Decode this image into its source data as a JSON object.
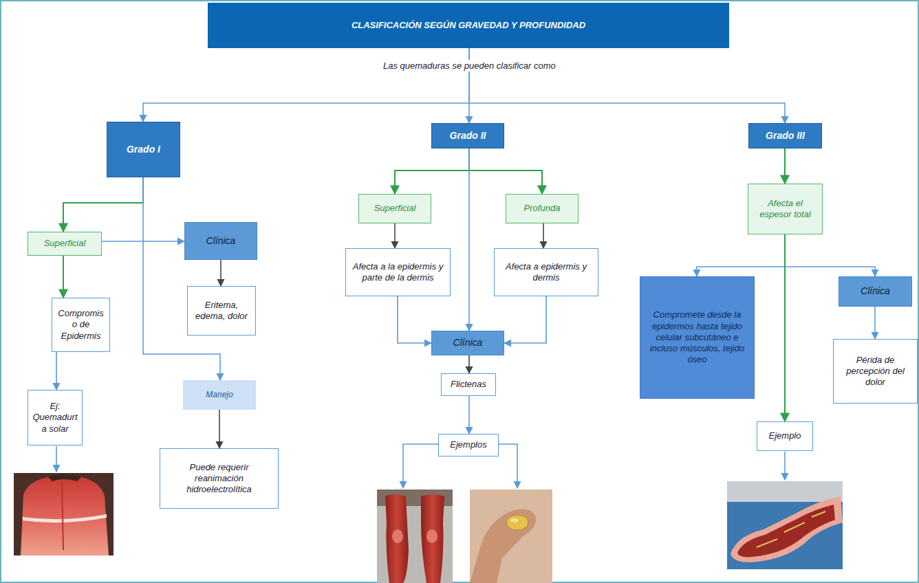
{
  "diagram": {
    "nodes": [
      {
        "text": [
          "CLASIFICACIÓN SEGÚN GRAVEDAD Y PROFUNDIDAD"
        ]
      },
      {
        "text": [
          "Grado I"
        ]
      },
      {
        "text": [
          "Grado II"
        ]
      },
      {
        "text": [
          "Grado III"
        ]
      },
      {
        "text": [
          "Superficial"
        ]
      },
      {
        "text": [
          "Clínica"
        ]
      },
      {
        "text": [
          "Compromiso de Epidermis"
        ]
      },
      {
        "text": [
          "Eritema, edema, dolor"
        ]
      },
      {
        "text": [
          "Ej: Quemadurta solar"
        ]
      },
      {
        "text": [
          "Manejo"
        ]
      },
      {
        "text": [
          "Puede requerir reanimación hidroelectrolítica"
        ]
      },
      {
        "text": [
          "Superficial"
        ]
      },
      {
        "text": [
          "Profunda"
        ]
      },
      {
        "text": [
          "Afecta a la epidermis y parte de la dermis"
        ]
      },
      {
        "text": [
          "Afecta a epidermis y dermis"
        ]
      },
      {
        "text": [
          "Clínica"
        ]
      },
      {
        "text": [
          "Flictenas"
        ]
      },
      {
        "text": [
          "Ejemplos"
        ]
      },
      {
        "text": [
          "Afecta el espesor total"
        ]
      },
      {
        "text": [
          "Compromete desde la epidermos hasta tejido celular subcutáneo e incluso músculos, tejido óseo"
        ]
      },
      {
        "text": [
          "Clínica"
        ]
      },
      {
        "text": [
          "Périda de percepción del dolor"
        ]
      },
      {
        "text": [
          "Ejemplo"
        ]
      }
    ],
    "edges": [
      {
        "from": 0,
        "to": 1,
        "arrow": "to"
      },
      {
        "from": 0,
        "to": 2,
        "label": "Las quemaduras se pueden clasificar como",
        "arrow": "to"
      },
      {
        "from": 0,
        "to": 3,
        "arrow": "to"
      },
      {
        "from": 1,
        "to": 4,
        "arrow": "to"
      },
      {
        "from": 1,
        "to": 9,
        "arrow": "to"
      },
      {
        "from": 4,
        "to": 5,
        "arrow": "to"
      },
      {
        "from": 4,
        "to": 6,
        "arrow": "to"
      },
      {
        "from": 5,
        "to": 7,
        "arrow": "to"
      },
      {
        "from": 6,
        "to": 8,
        "arrow": "to"
      },
      {
        "from": 9,
        "to": 10,
        "arrow": "to"
      },
      {
        "from": 2,
        "to": 11,
        "arrow": "to"
      },
      {
        "from": 2,
        "to": 12,
        "arrow": "to"
      },
      {
        "from": 2,
        "to": 15,
        "arrow": "to"
      },
      {
        "from": 11,
        "to": 13,
        "arrow": "to"
      },
      {
        "from": 12,
        "to": 14,
        "arrow": "to"
      },
      {
        "from": 13,
        "to": 15,
        "arrow": "to"
      },
      {
        "from": 14,
        "to": 15,
        "arrow": "to"
      },
      {
        "from": 15,
        "to": 16,
        "arrow": "to"
      },
      {
        "from": 16,
        "to": 17,
        "arrow": "to"
      },
      {
        "from": 3,
        "to": 18,
        "arrow": "to"
      },
      {
        "from": 18,
        "to": 19,
        "arrow": "to"
      },
      {
        "from": 18,
        "to": 20,
        "arrow": "to"
      },
      {
        "from": 18,
        "to": 22,
        "arrow": "to"
      },
      {
        "from": 20,
        "to": 21,
        "arrow": "to"
      }
    ]
  }
}
